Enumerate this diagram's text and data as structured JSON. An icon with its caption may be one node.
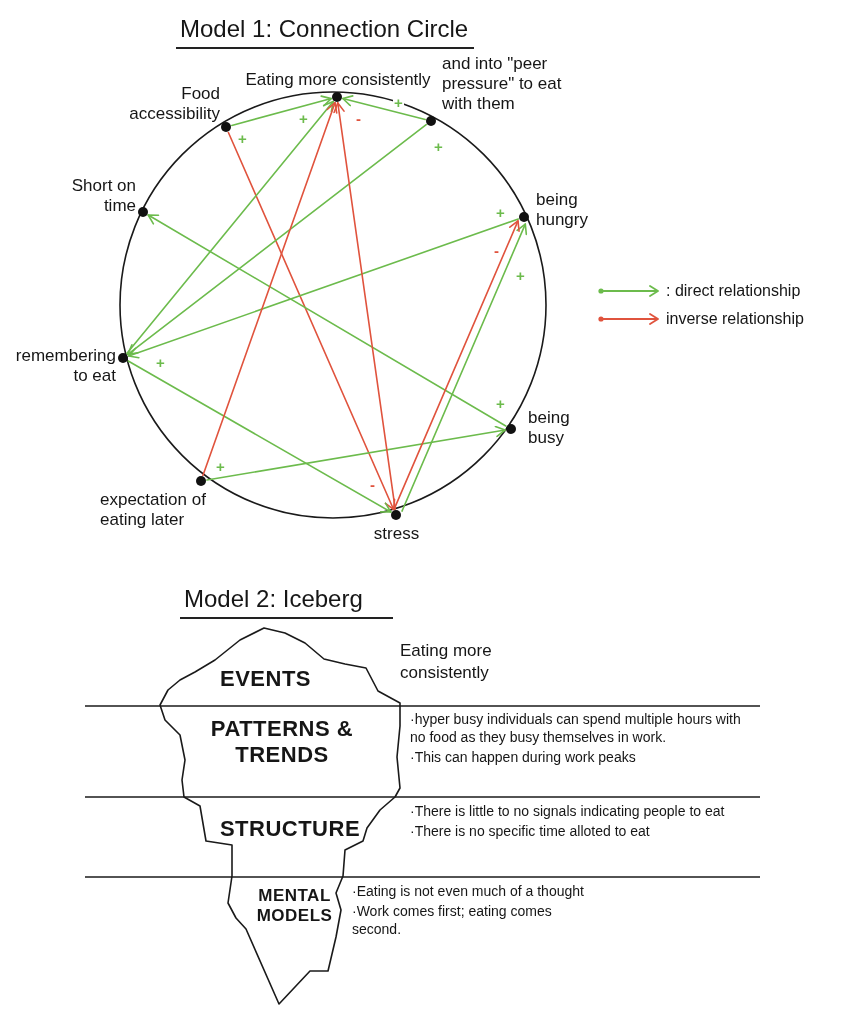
{
  "diagram": {
    "nodes": [
      {
        "text": [
          "Eating more consistently"
        ]
      },
      {
        "text": [
          "Food accessibility"
        ]
      },
      {
        "text": [
          "and into \"peer pressure\" to eat with them"
        ]
      },
      {
        "text": [
          "Short on time"
        ]
      },
      {
        "text": [
          "being hungry"
        ]
      },
      {
        "text": [
          "remembering to eat"
        ]
      },
      {
        "text": [
          "being busy"
        ]
      },
      {
        "text": [
          "expectation of eating later"
        ]
      },
      {
        "text": [
          "stress"
        ]
      },
      {
        "text": [
          "EVENTS",
          "Eating more consistently"
        ]
      },
      {
        "text": [
          "PATTERNS & TRENDS",
          "·hyper busy individuals can spend multiple hours with no food as they busy themselves in work.",
          "·This can happen during work peaks"
        ]
      },
      {
        "text": [
          "STRUCTURE",
          "·There is little to no signals indicating people to eat",
          "·There is no specific time alloted to eat"
        ]
      },
      {
        "text": [
          "MENTAL MODELS",
          "·Eating is not even much of a thought",
          "·Work comes first; eating comes second."
        ]
      }
    ],
    "edges": [
      {
        "from": 1,
        "to": 0,
        "arrow": "to",
        "label": "+"
      },
      {
        "from": 1,
        "to": 8,
        "arrow": "to",
        "label": "-",
        "color": "#e0533d"
      },
      {
        "from": 2,
        "to": 0,
        "arrow": "to",
        "label": "+"
      },
      {
        "from": 2,
        "to": 5,
        "arrow": "to",
        "label": "+"
      },
      {
        "from": 4,
        "to": 5,
        "arrow": "to",
        "label": "+"
      },
      {
        "from": 5,
        "to": 0,
        "arrow": "to",
        "label": "+"
      },
      {
        "from": 5,
        "to": 8,
        "arrow": "to",
        "label": "+"
      },
      {
        "from": 6,
        "to": 3,
        "arrow": "to",
        "label": "+"
      },
      {
        "from": 7,
        "to": 6,
        "arrow": "to",
        "label": "+"
      },
      {
        "from": 7,
        "to": 0,
        "arrow": "to",
        "color": "#e0533d"
      },
      {
        "from": 8,
        "to": 0,
        "arrow": "to",
        "label": "-",
        "color": "#e0533d"
      },
      {
        "from": 8,
        "to": 4,
        "arrow": "to",
        "label": "+"
      },
      {
        "from": 8,
        "to": 4,
        "arrow": "to",
        "label": "-",
        "color": "#e0533d"
      }
    ],
    "labels": [
      "Model 1: Connection Circle",
      "Model 2: Iceberg"
    ],
    "legend": [
      {
        "text": ": direct relationship"
      },
      {
        "text": "inverse relationship"
      }
    ]
  }
}
